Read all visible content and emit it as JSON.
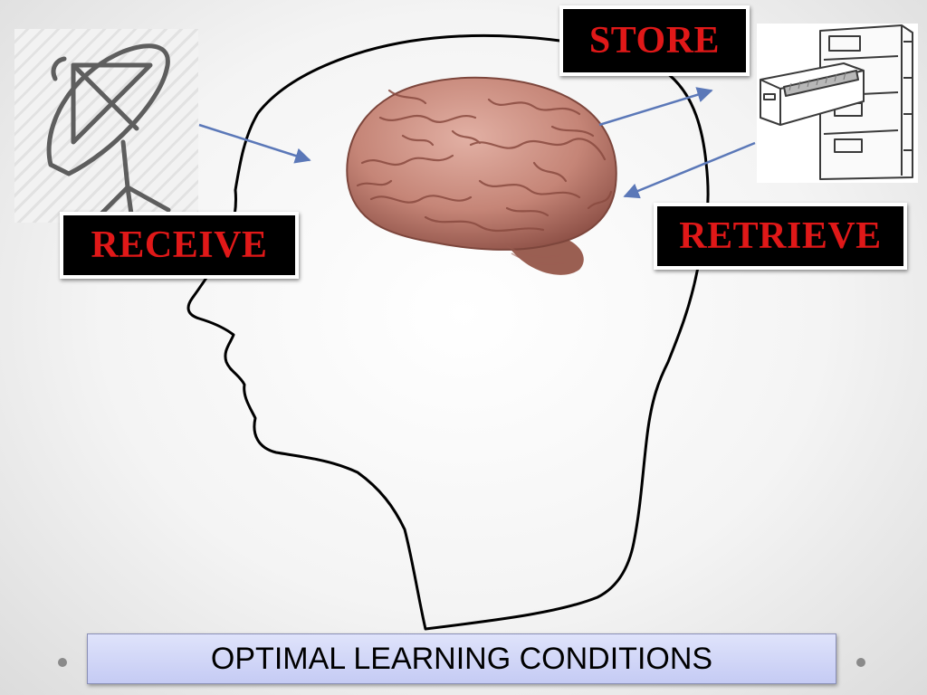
{
  "labels": {
    "store": "STORE",
    "receive": "RECEIVE",
    "retrieve": "RETRIEVE"
  },
  "footer": {
    "title": "OPTIMAL LEARNING CONDITIONS"
  },
  "icons": {
    "receiver": "satellite-dish-icon",
    "storage": "filing-cabinet-icon",
    "organ": "brain-icon"
  },
  "colors": {
    "label_text": "#e01818",
    "label_background": "#000000",
    "arrow": "#5b78b8",
    "footer_fill": "#d3d8f8",
    "brain": "#c98a7e"
  }
}
